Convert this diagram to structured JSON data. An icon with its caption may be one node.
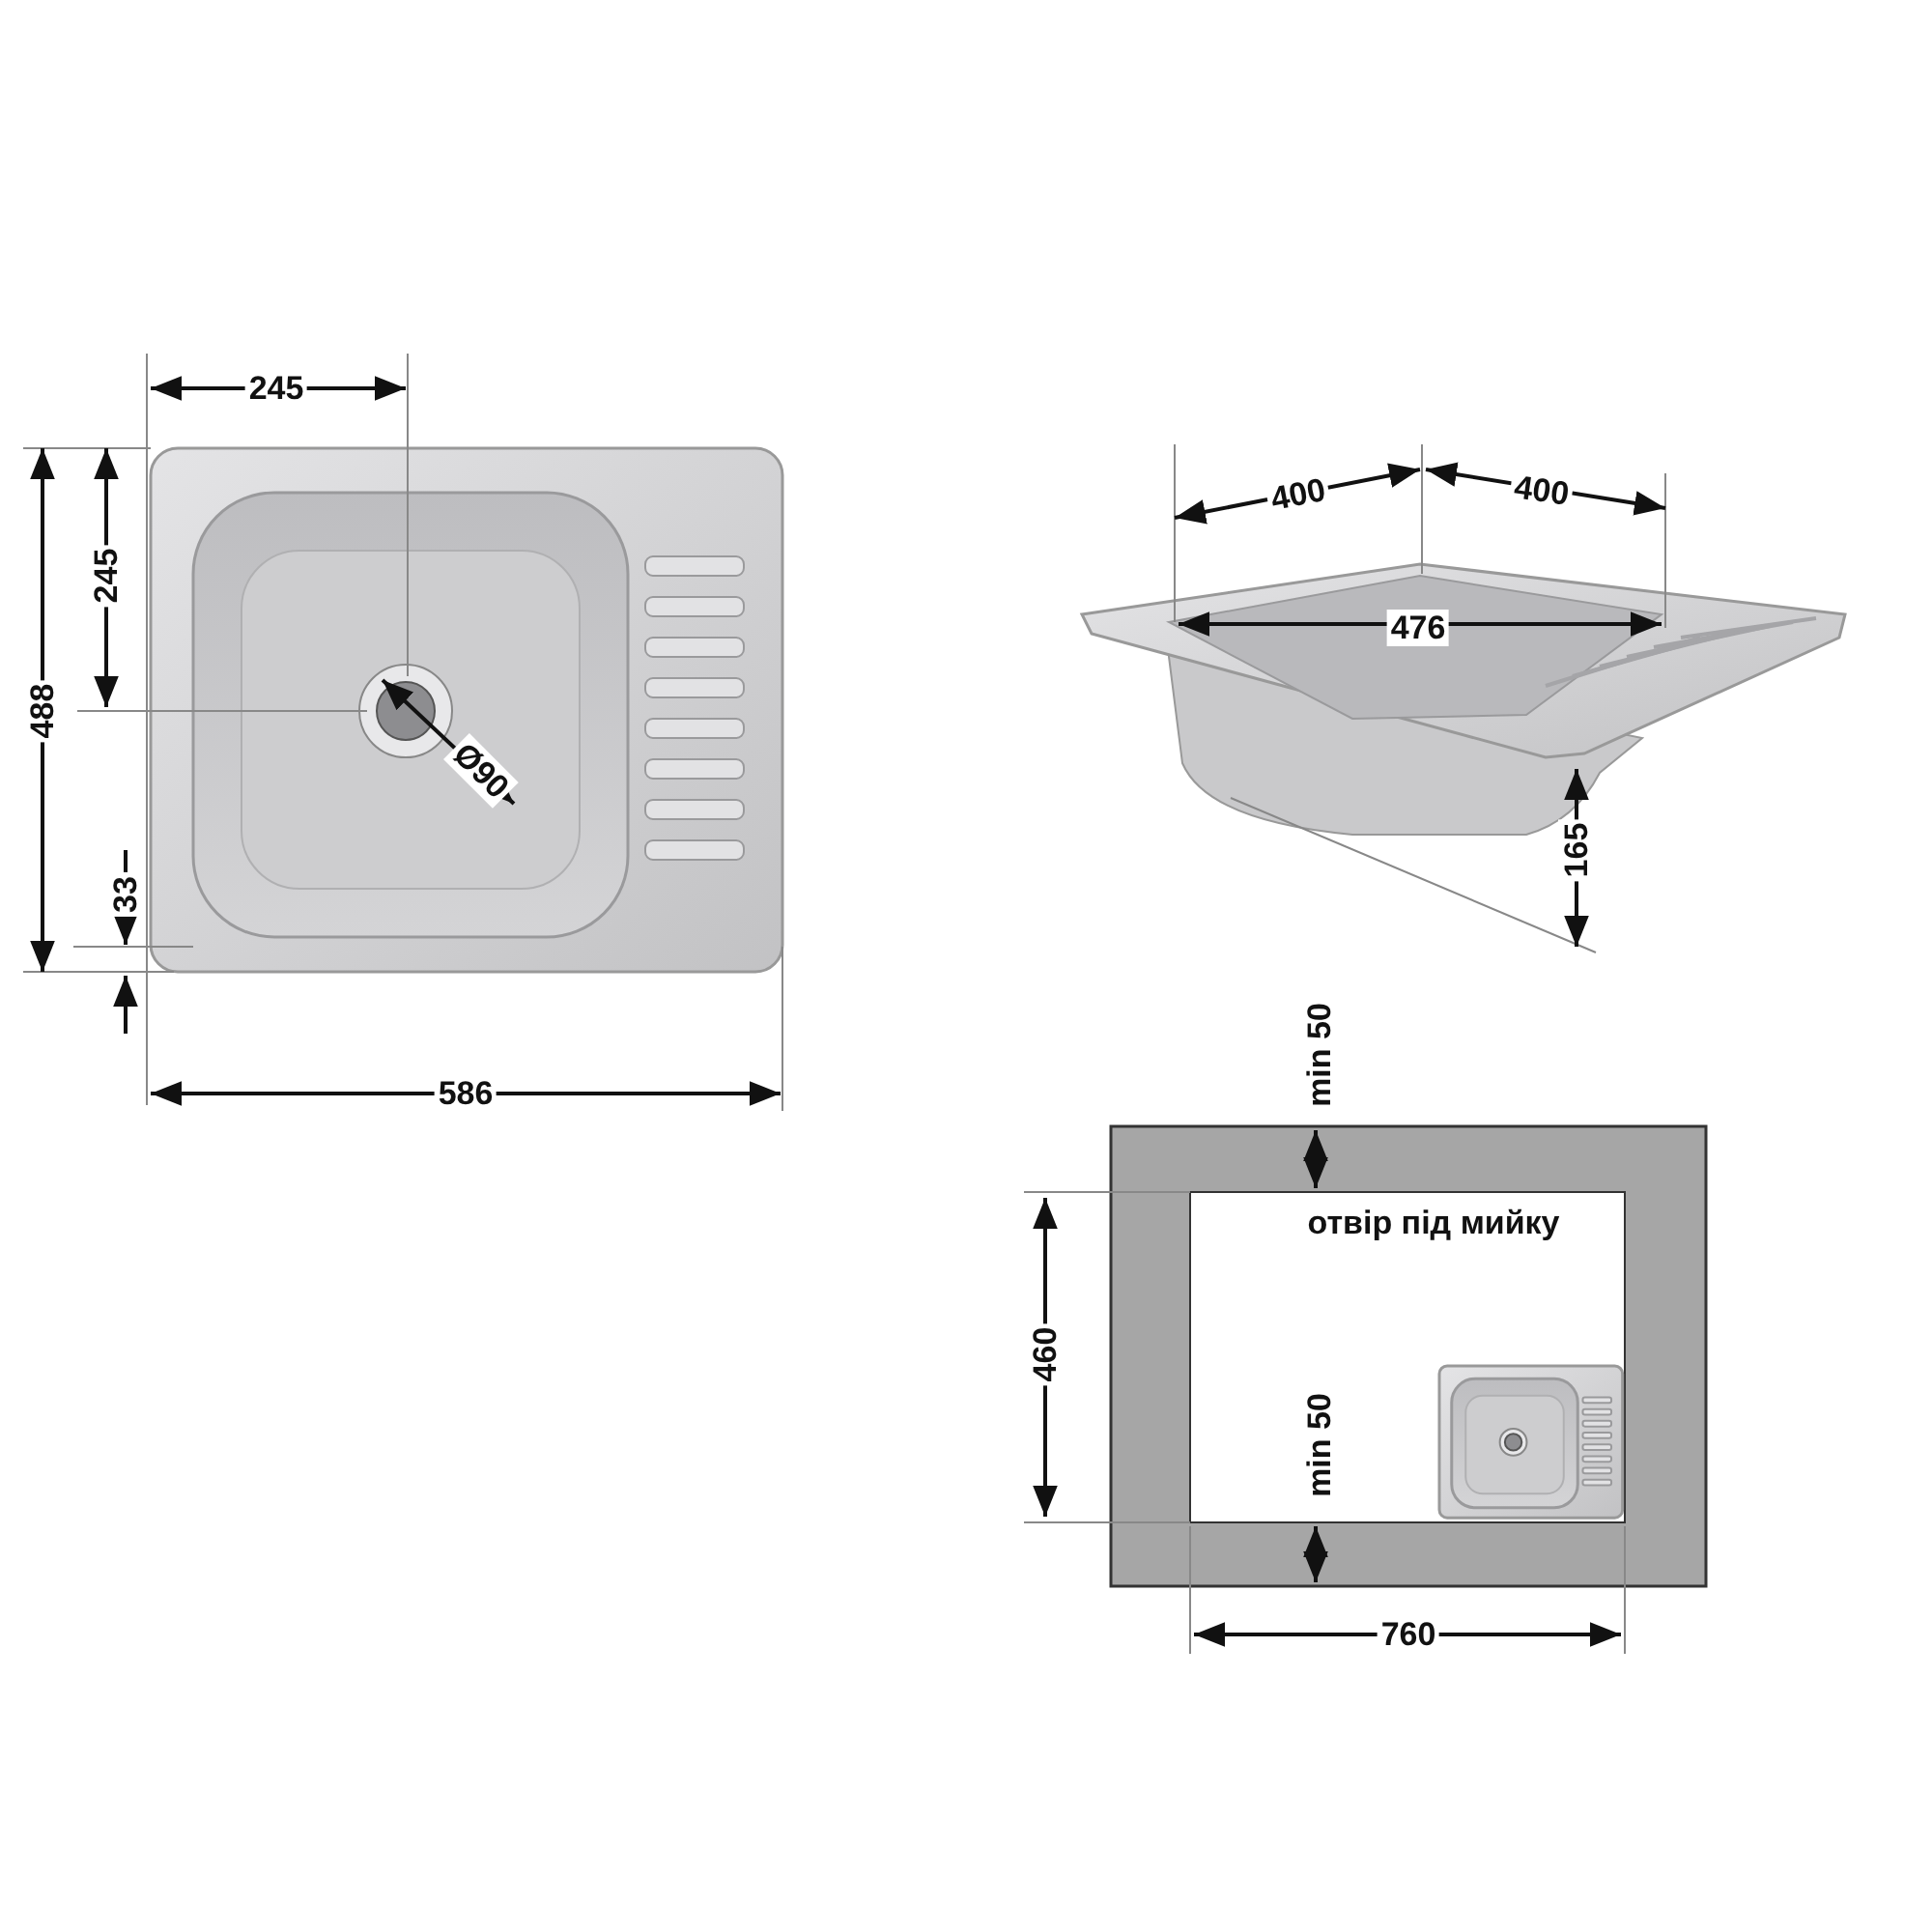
{
  "diagram": {
    "labels": [
      "245",
      "400",
      "400",
      "476",
      "245",
      "488",
      "Ø90",
      "165",
      "33",
      "586",
      "min 50",
      "отвір під мийку",
      "460",
      "min 50",
      "760"
    ]
  }
}
